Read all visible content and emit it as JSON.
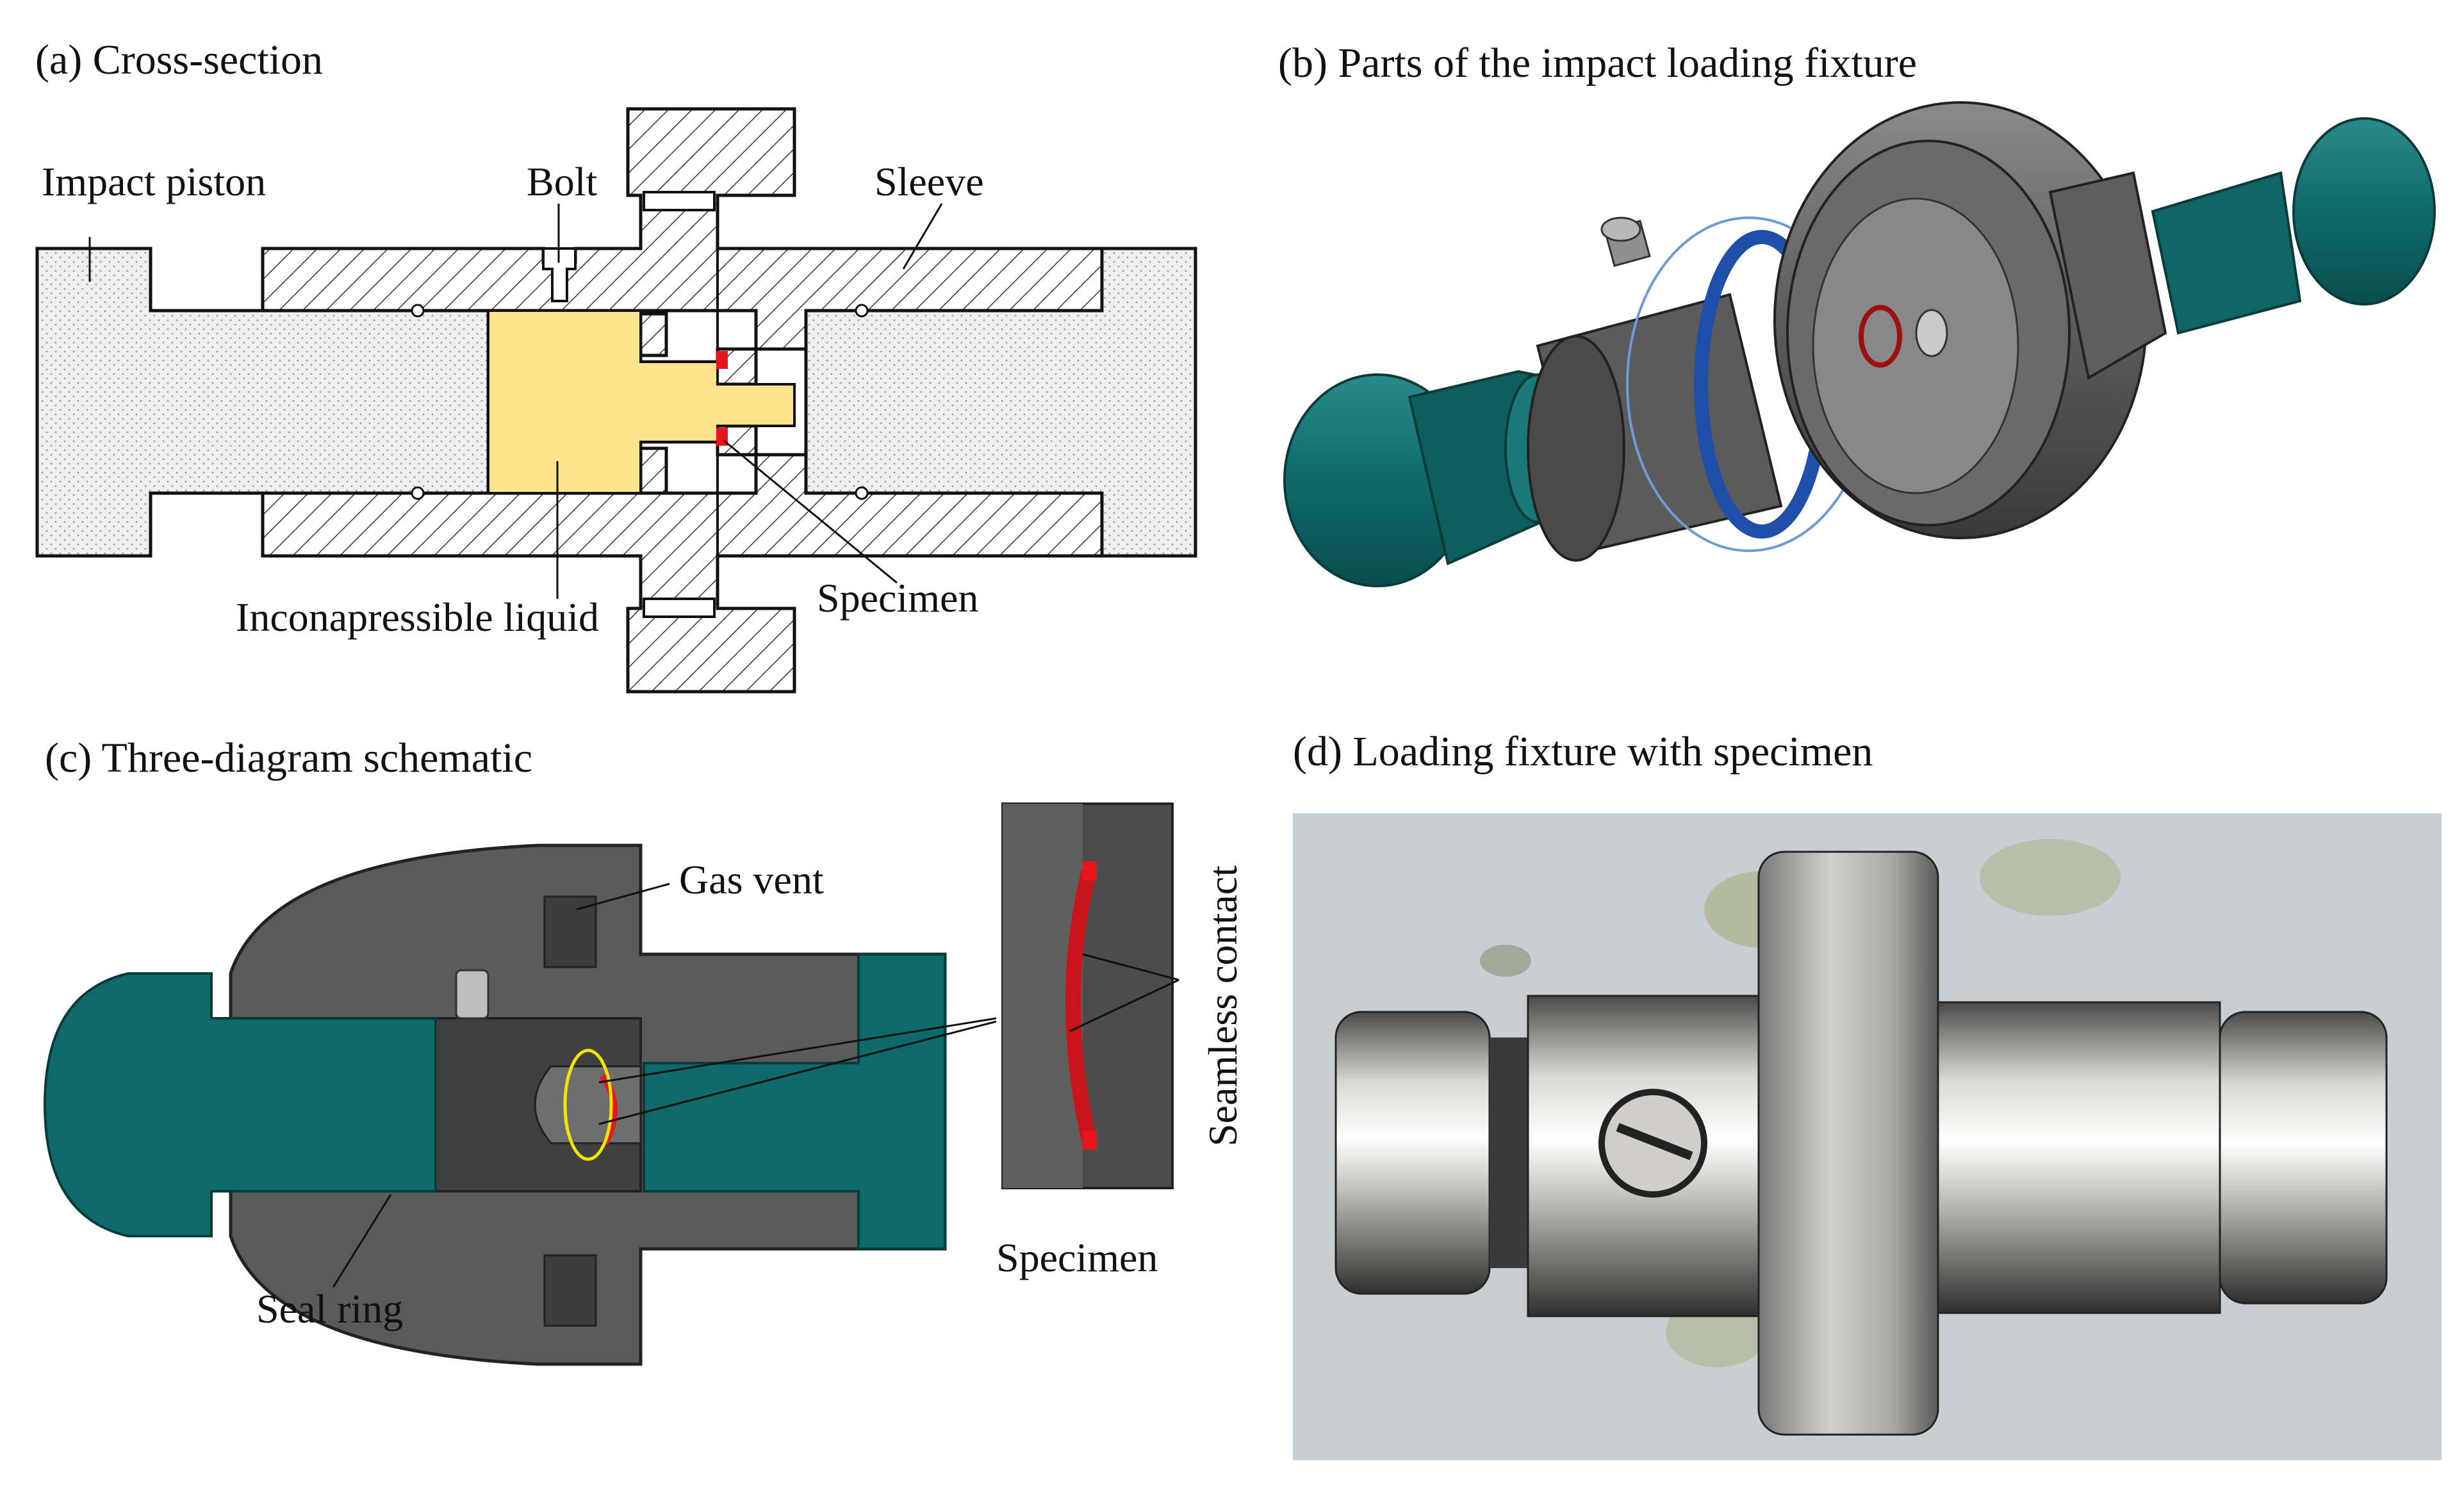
{
  "panels": {
    "a": {
      "title": "(a) Cross-section",
      "labels": {
        "impact_piston": "Impact piston",
        "bolt": "Bolt",
        "sleeve": "Sleeve",
        "liquid": "Inconapressible liquid",
        "specimen": "Specimen"
      }
    },
    "b": {
      "title": "(b) Parts of the impact loading fixture"
    },
    "c": {
      "title": "(c)  Three-diagram schematic",
      "labels": {
        "gas_vent": "Gas vent",
        "seal_ring": "Seal ring",
        "seamless_contact": "Seamless contact",
        "specimen": "Specimen"
      }
    },
    "d": {
      "title": "(d) Loading fixture with specimen"
    }
  },
  "colors": {
    "liquid": "#fde38c",
    "specimen": "#e8161b",
    "piston_teal": "#0e6a6a",
    "body_gray": "#5a5a5a",
    "dark_gray": "#3f3f3f",
    "photo_bg": "#c8cfd4"
  }
}
